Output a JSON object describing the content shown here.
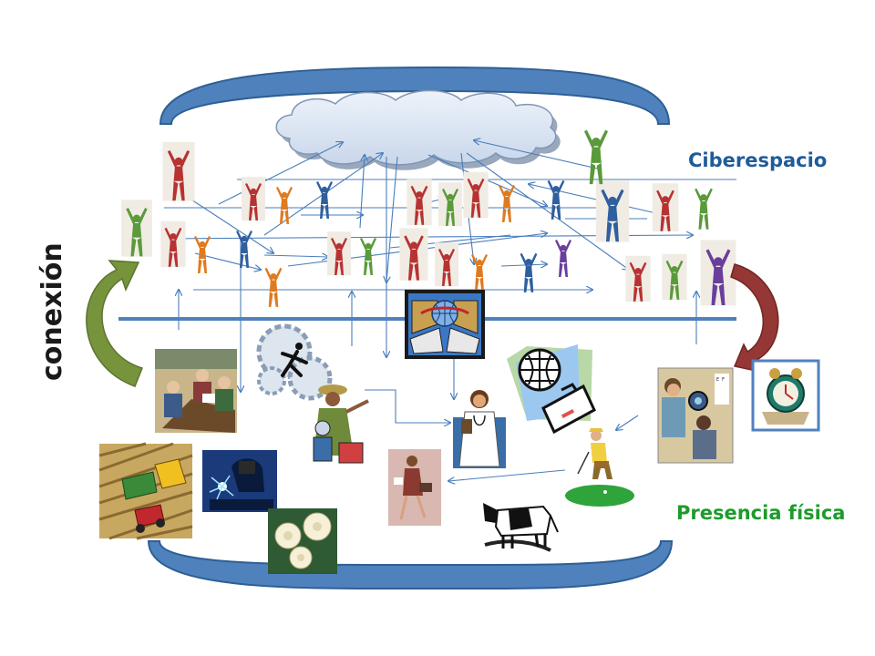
{
  "labels": {
    "cyberspace": "Ciberespacio",
    "physical": "Presencia física",
    "connection": "conexión"
  },
  "colors": {
    "frame_blue": "#4f81bd",
    "frame_stroke": "#2e5f94",
    "cloud_fill": "#dbe5f1",
    "cloud_stroke": "#8096b4",
    "link_line": "#4a7ebb",
    "cyber_text": "#1f5c99",
    "physical_text": "#1e9b2c",
    "connection_text": "#1a1a1a",
    "arrow_green": "#77933c",
    "arrow_red": "#953735",
    "person_red": "#b83232",
    "person_orange": "#e07a1f",
    "person_blue": "#2f5f9e",
    "person_green": "#5a9a3a",
    "person_purple": "#6a3e9c"
  },
  "cyber_people": [
    {
      "color": "red"
    },
    {
      "color": "green"
    },
    {
      "color": "red"
    },
    {
      "color": "orange"
    },
    {
      "color": "blue"
    },
    {
      "color": "red"
    },
    {
      "color": "green"
    },
    {
      "color": "red"
    },
    {
      "color": "orange"
    },
    {
      "color": "blue"
    },
    {
      "color": "blue"
    },
    {
      "color": "green"
    },
    {
      "color": "red"
    },
    {
      "color": "green"
    },
    {
      "color": "red"
    },
    {
      "color": "orange"
    },
    {
      "color": "blue"
    },
    {
      "color": "red"
    },
    {
      "color": "green"
    },
    {
      "color": "red"
    },
    {
      "color": "red"
    },
    {
      "color": "orange"
    },
    {
      "color": "blue"
    },
    {
      "color": "purple"
    },
    {
      "color": "red"
    },
    {
      "color": "green"
    },
    {
      "color": "purple"
    },
    {
      "color": "orange"
    }
  ],
  "physical_items": [
    {
      "icon": "office-meeting-icon"
    },
    {
      "icon": "gears-figure-icon"
    },
    {
      "icon": "tourist-icon"
    },
    {
      "icon": "network-computers-icon"
    },
    {
      "icon": "doctor-icon"
    },
    {
      "icon": "globe-briefcase-icon"
    },
    {
      "icon": "optometrist-icon"
    },
    {
      "icon": "alarm-clock-icon"
    },
    {
      "icon": "golfer-icon"
    },
    {
      "icon": "harvester-icon"
    },
    {
      "icon": "welder-icon"
    },
    {
      "icon": "roses-icon"
    },
    {
      "icon": "business-woman-icon"
    },
    {
      "icon": "cow-icon"
    }
  ]
}
